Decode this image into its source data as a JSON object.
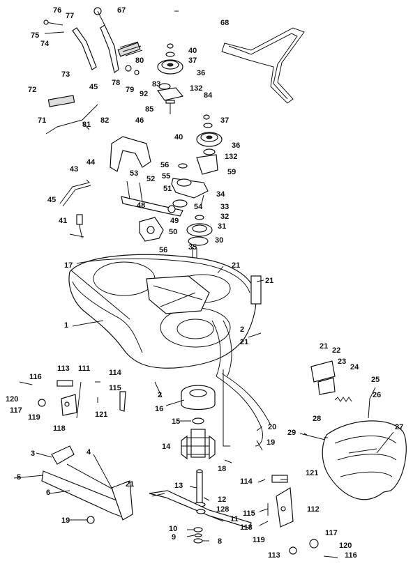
{
  "labels": [
    {
      "id": "76",
      "text": "76"
    },
    {
      "id": "77",
      "text": "77"
    },
    {
      "id": "75",
      "text": "75"
    },
    {
      "id": "74",
      "text": "74"
    },
    {
      "id": "67",
      "text": "67"
    },
    {
      "id": "73",
      "text": "73"
    },
    {
      "id": "80",
      "text": "80"
    },
    {
      "id": "78",
      "text": "78"
    },
    {
      "id": "79",
      "text": "79"
    },
    {
      "id": "92",
      "text": "92"
    },
    {
      "id": "45a",
      "text": "45"
    },
    {
      "id": "72",
      "text": "72"
    },
    {
      "id": "81a",
      "text": "81"
    },
    {
      "id": "82",
      "text": "82"
    },
    {
      "id": "71",
      "text": "71"
    },
    {
      "id": "46",
      "text": "46"
    },
    {
      "id": "44",
      "text": "44"
    },
    {
      "id": "40a",
      "text": "40"
    },
    {
      "id": "37a",
      "text": "37"
    },
    {
      "id": "36a",
      "text": "36"
    },
    {
      "id": "83",
      "text": "83"
    },
    {
      "id": "132a",
      "text": "132"
    },
    {
      "id": "84",
      "text": "84"
    },
    {
      "id": "85",
      "text": "85"
    },
    {
      "id": "68",
      "text": "68"
    },
    {
      "id": "40b",
      "text": "40"
    },
    {
      "id": "37b",
      "text": "37"
    },
    {
      "id": "36b",
      "text": "36"
    },
    {
      "id": "132b",
      "text": "132"
    },
    {
      "id": "59",
      "text": "59"
    },
    {
      "id": "56a",
      "text": "56"
    },
    {
      "id": "55",
      "text": "55"
    },
    {
      "id": "34",
      "text": "34"
    },
    {
      "id": "53",
      "text": "53"
    },
    {
      "id": "52",
      "text": "52"
    },
    {
      "id": "51",
      "text": "51"
    },
    {
      "id": "54",
      "text": "54"
    },
    {
      "id": "33",
      "text": "33"
    },
    {
      "id": "32",
      "text": "32"
    },
    {
      "id": "31",
      "text": "31"
    },
    {
      "id": "43",
      "text": "43"
    },
    {
      "id": "45b",
      "text": "45"
    },
    {
      "id": "48",
      "text": "48"
    },
    {
      "id": "49",
      "text": "49"
    },
    {
      "id": "50",
      "text": "50"
    },
    {
      "id": "41",
      "text": "41"
    },
    {
      "id": "56b",
      "text": "56"
    },
    {
      "id": "35",
      "text": "35"
    },
    {
      "id": "30",
      "text": "30"
    },
    {
      "id": "17",
      "text": "17"
    },
    {
      "id": "21a",
      "text": "21"
    },
    {
      "id": "21b",
      "text": "21"
    },
    {
      "id": "1",
      "text": "1"
    },
    {
      "id": "2a",
      "text": "2"
    },
    {
      "id": "21c",
      "text": "21"
    },
    {
      "id": "21d",
      "text": "21"
    },
    {
      "id": "22",
      "text": "22"
    },
    {
      "id": "23",
      "text": "23"
    },
    {
      "id": "24",
      "text": "24"
    },
    {
      "id": "25",
      "text": "25"
    },
    {
      "id": "26",
      "text": "26"
    },
    {
      "id": "27",
      "text": "27"
    },
    {
      "id": "28",
      "text": "28"
    },
    {
      "id": "29",
      "text": "29"
    },
    {
      "id": "116a",
      "text": "116"
    },
    {
      "id": "113a",
      "text": "113"
    },
    {
      "id": "111",
      "text": "111"
    },
    {
      "id": "114a",
      "text": "114"
    },
    {
      "id": "120a",
      "text": "120"
    },
    {
      "id": "115a",
      "text": "115"
    },
    {
      "id": "117a",
      "text": "117"
    },
    {
      "id": "119a",
      "text": "119"
    },
    {
      "id": "121a",
      "text": "121"
    },
    {
      "id": "118a",
      "text": "118"
    },
    {
      "id": "2b",
      "text": "2"
    },
    {
      "id": "16",
      "text": "16"
    },
    {
      "id": "15",
      "text": "15"
    },
    {
      "id": "20",
      "text": "20"
    },
    {
      "id": "19a",
      "text": "19"
    },
    {
      "id": "14",
      "text": "14"
    },
    {
      "id": "18",
      "text": "18"
    },
    {
      "id": "3",
      "text": "3"
    },
    {
      "id": "4",
      "text": "4"
    },
    {
      "id": "5",
      "text": "5"
    },
    {
      "id": "6",
      "text": "6"
    },
    {
      "id": "21e",
      "text": "21"
    },
    {
      "id": "13",
      "text": "13"
    },
    {
      "id": "12",
      "text": "12"
    },
    {
      "id": "128",
      "text": "128"
    },
    {
      "id": "11",
      "text": "11"
    },
    {
      "id": "19b",
      "text": "19"
    },
    {
      "id": "10",
      "text": "10"
    },
    {
      "id": "9",
      "text": "9"
    },
    {
      "id": "8",
      "text": "8"
    },
    {
      "id": "114b",
      "text": "114"
    },
    {
      "id": "121b",
      "text": "121"
    },
    {
      "id": "115b",
      "text": "115"
    },
    {
      "id": "112",
      "text": "112"
    },
    {
      "id": "118b",
      "text": "118"
    },
    {
      "id": "119b",
      "text": "119"
    },
    {
      "id": "117b",
      "text": "117"
    },
    {
      "id": "120b",
      "text": "120"
    },
    {
      "id": "113b",
      "text": "113"
    },
    {
      "id": "116b",
      "text": "116"
    }
  ]
}
